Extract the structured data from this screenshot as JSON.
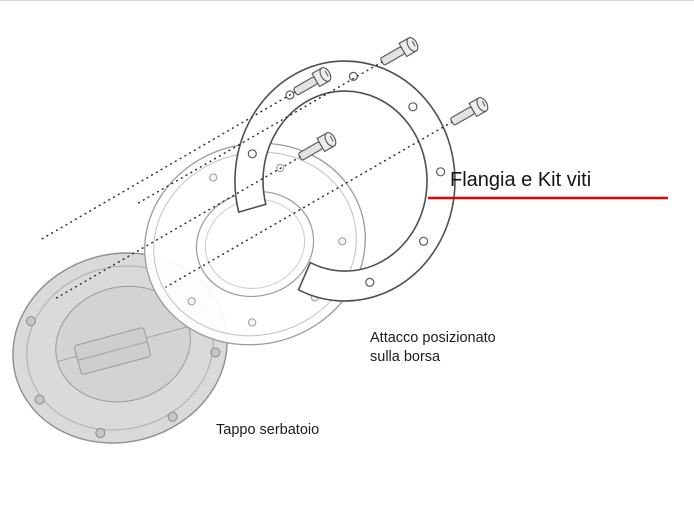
{
  "diagram": {
    "labels": {
      "flange_kit": "Flangia e Kit viti",
      "bag_mount_line1": "Attacco posizionato",
      "bag_mount_line2": "sulla borsa",
      "tank_cap": "Tappo serbatoio"
    },
    "colors": {
      "highlight_red": "#e30505",
      "outline_dark": "#4f4f4f",
      "outline_light": "#9b9b9b",
      "cap_fill": "#dadada"
    },
    "icons": {
      "screw": "socket-screw-icon",
      "screw_count": 4
    }
  }
}
